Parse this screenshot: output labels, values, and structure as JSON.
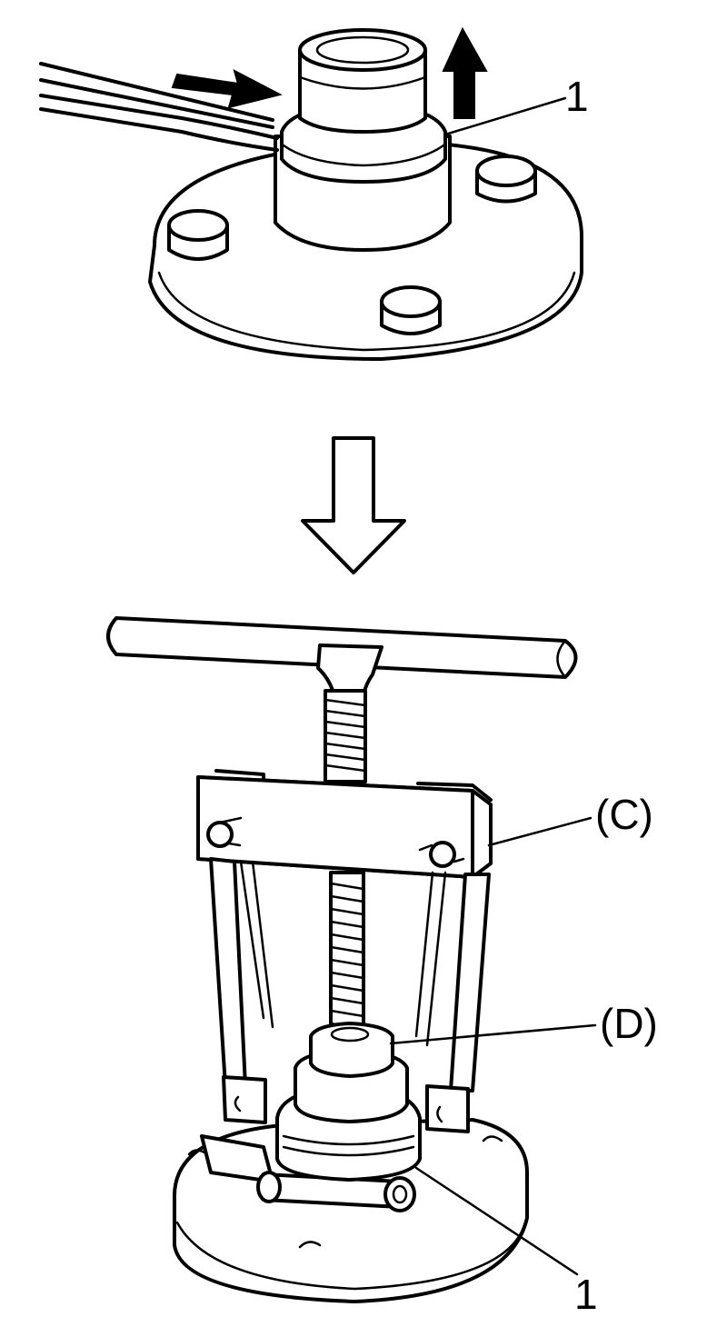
{
  "callouts": {
    "part1_top": "1",
    "tool_c": "(C)",
    "tool_d": "(D)",
    "part1_bottom": "1"
  }
}
